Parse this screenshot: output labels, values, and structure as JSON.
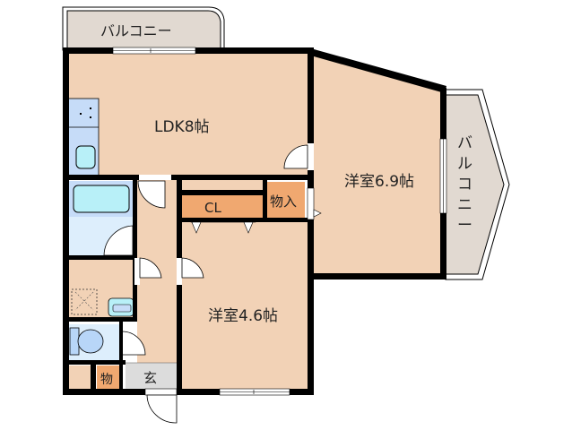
{
  "floor_plan": {
    "layout": "1LDK+2 rooms",
    "colors": {
      "room": "#f2d2b6",
      "balcony": "#e1d9d1",
      "storage": "#f0a870",
      "wet_area": "#c6dcf8",
      "wet_area_light": "#ddeefc",
      "fixture": "#b8f0f8",
      "entrance": "#dcdcdc",
      "wall": "#000000"
    },
    "rooms": {
      "ldk": {
        "label": "LDK8帖"
      },
      "western_room_large": {
        "label": "洋室6.9帖"
      },
      "western_room_small": {
        "label": "洋室4.6帖"
      },
      "closet": {
        "label": "CL"
      },
      "storage_upper": {
        "label": "物入"
      },
      "storage_lower": {
        "label": "物"
      },
      "entrance": {
        "label": "玄"
      }
    },
    "balconies": {
      "top": {
        "label": "バルコニー"
      },
      "right": {
        "label_chars": [
          "バ",
          "ル",
          "コ",
          "ニ",
          "ー"
        ]
      }
    }
  }
}
